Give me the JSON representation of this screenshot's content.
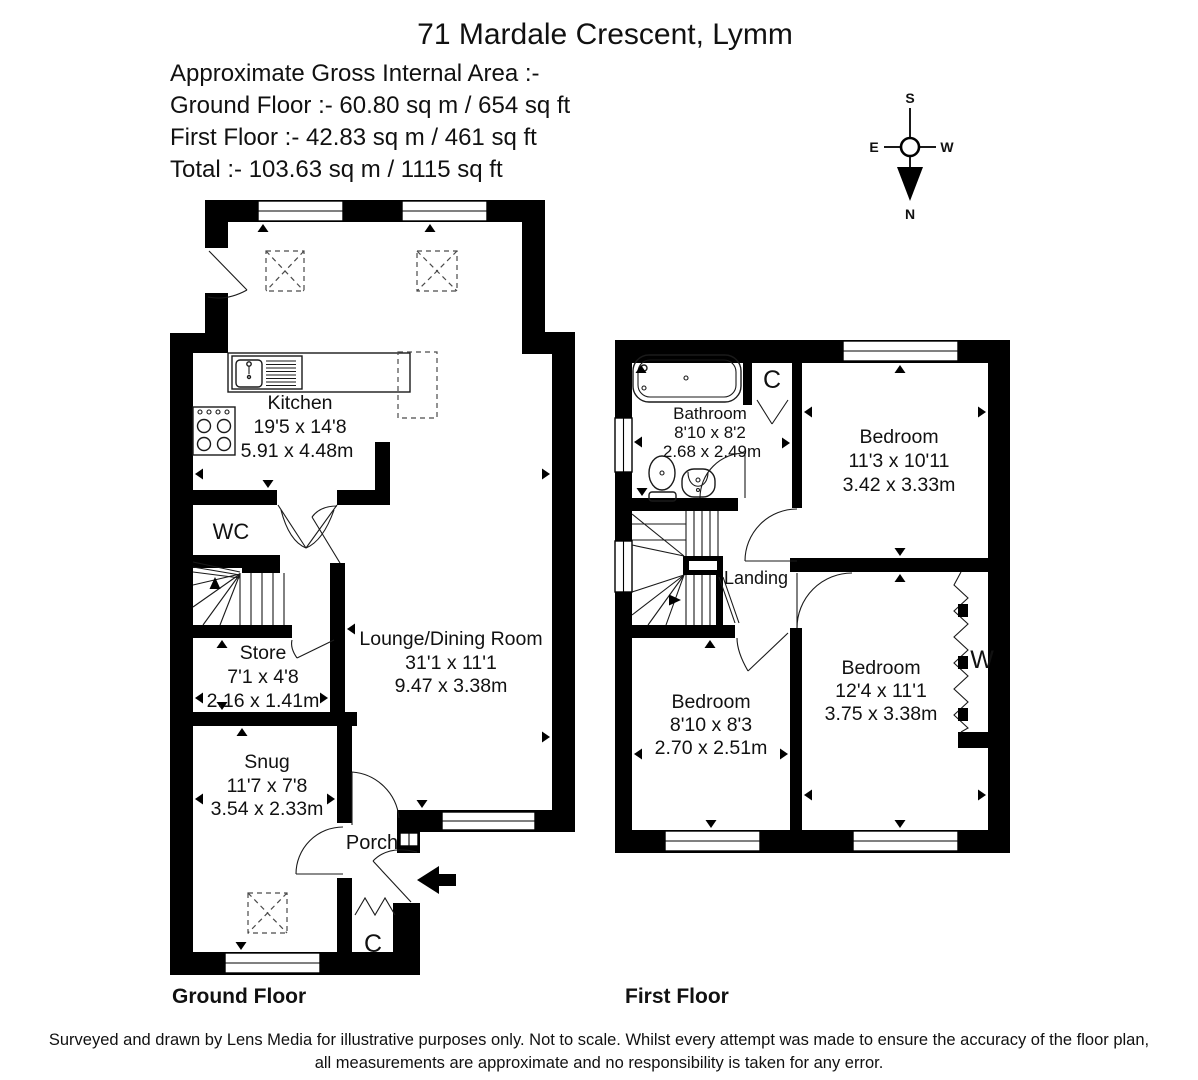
{
  "title": "71 Mardale Crescent, Lymm",
  "area_summary": {
    "heading": "Approximate Gross Internal Area :-",
    "ground_floor": "Ground Floor :- 60.80 sq m / 654 sq ft",
    "first_floor": "First Floor :- 42.83 sq m / 461 sq ft",
    "total": "Total :- 103.63 sq m / 1115 sq ft"
  },
  "compass": {
    "north": "N",
    "south": "S",
    "east": "E",
    "west": "W"
  },
  "floors": {
    "ground": {
      "label": "Ground Floor",
      "rooms": {
        "kitchen": {
          "name": "Kitchen",
          "imperial": "19'5 x 14'8",
          "metric": "5.91 x 4.48m"
        },
        "wc": {
          "name": "WC"
        },
        "store": {
          "name": "Store",
          "imperial": "7'1 x 4'8",
          "metric": "2.16 x 1.41m"
        },
        "snug": {
          "name": "Snug",
          "imperial": "11'7 x 7'8",
          "metric": "3.54 x 2.33m"
        },
        "lounge_dining": {
          "name": "Lounge/Dining Room",
          "imperial": "31'1 x 11'1",
          "metric": "9.47 x 3.38m"
        },
        "porch": {
          "name": "Porch"
        },
        "cupboard": {
          "name": "C"
        }
      }
    },
    "first": {
      "label": "First Floor",
      "rooms": {
        "bathroom": {
          "name": "Bathroom",
          "imperial": "8'10 x 8'2",
          "metric": "2.68 x 2.49m"
        },
        "bedroom_one": {
          "name": "Bedroom",
          "imperial": "11'3 x 10'11",
          "metric": "3.42 x 3.33m"
        },
        "bedroom_two": {
          "name": "Bedroom",
          "imperial": "12'4 x 11'1",
          "metric": "3.75 x 3.38m"
        },
        "bedroom_three": {
          "name": "Bedroom",
          "imperial": "8'10 x 8'3",
          "metric": "2.70 x 2.51m"
        },
        "landing": {
          "name": "Landing"
        },
        "cupboard": {
          "name": "C"
        },
        "wardrobe": {
          "name": "W"
        }
      }
    }
  },
  "disclaimer": {
    "line1": "Surveyed and drawn by Lens Media for illustrative purposes only. Not to scale. Whilst every attempt was made to ensure the accuracy of the floor plan,",
    "line2": "all measurements are approximate and no responsibility is taken for any error."
  }
}
